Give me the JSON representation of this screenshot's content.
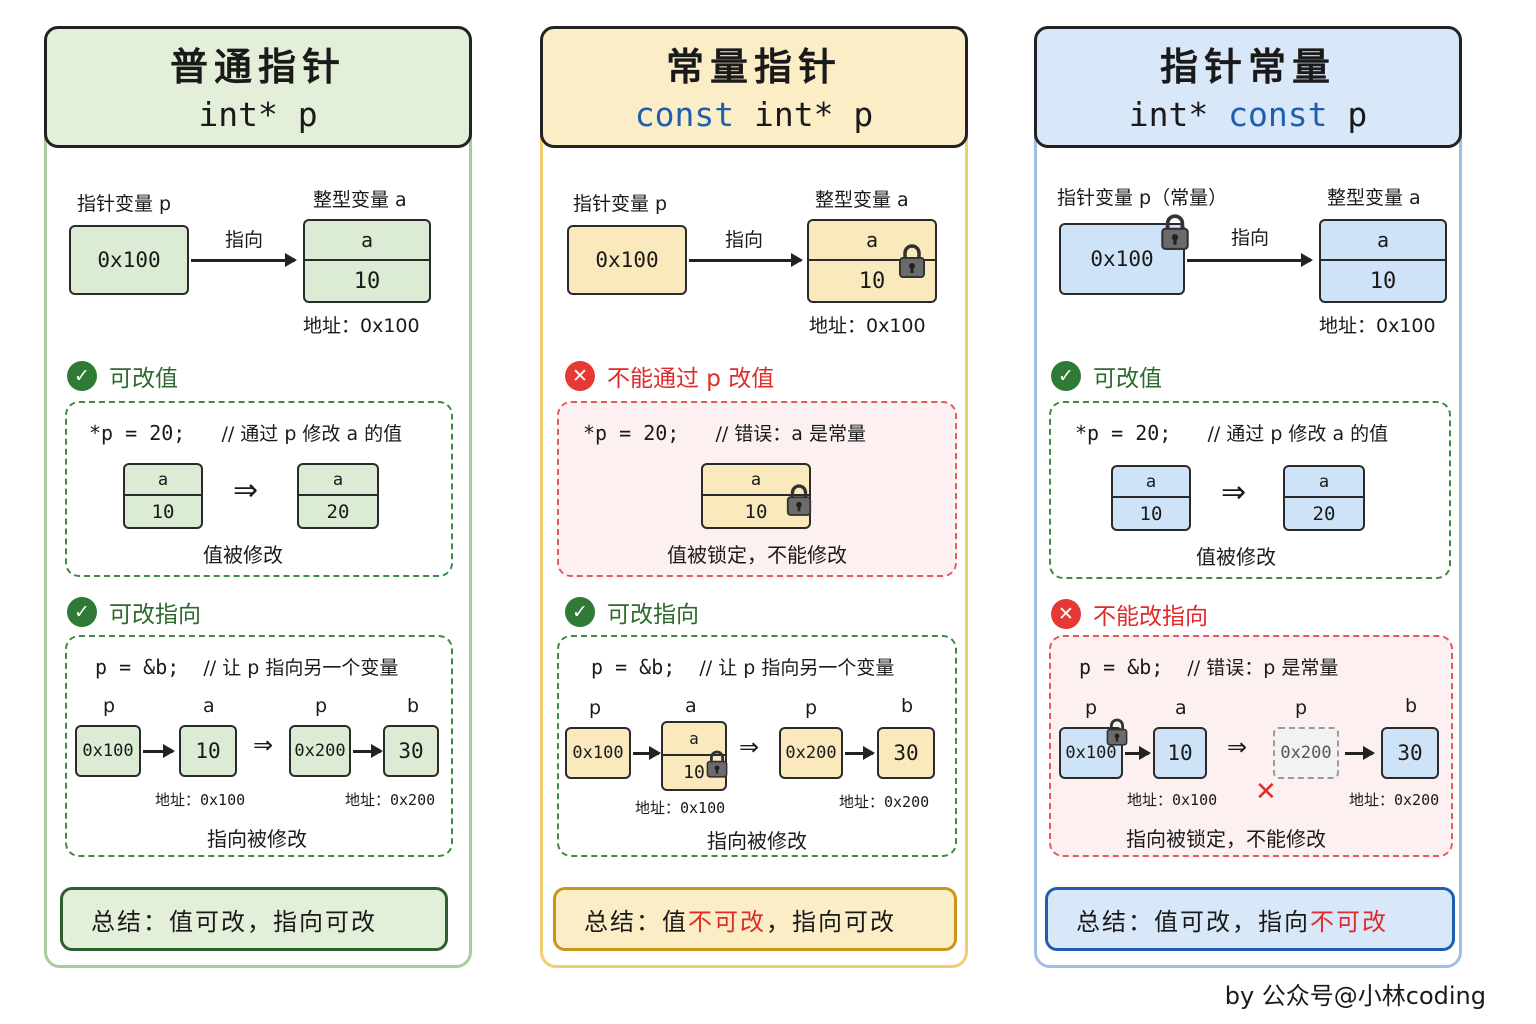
{
  "columns": [
    {
      "title": "普通指针",
      "decl_pre": "int* p",
      "decl_kw": "",
      "decl_post": "",
      "ptr_label": "指针变量 p",
      "ptr_value": "0x100",
      "points_to": "指向",
      "int_label": "整型变量 a",
      "var_name": "a",
      "var_value": "10",
      "addr": "地址：0x100",
      "s1_title": "可改值",
      "s1_code": "*p = 20;",
      "s1_comment": "// 通过 p 修改 a 的值",
      "s1_new_value": "20",
      "s1_caption": "值被修改",
      "s2_title": "可改指向",
      "s2_code": "p = &b;",
      "s2_comment": "// 让 p 指向另一个变量",
      "s2_b_name": "b",
      "s2_b_value": "30",
      "s2_new_ptr": "0x200",
      "s2_addr_a": "地址：0x100",
      "s2_addr_b": "地址：0x200",
      "s2_caption": "指向被修改",
      "summary_pre": "总结：值可改，指向可改",
      "summary_red": "",
      "summary_post": ""
    },
    {
      "title": "常量指针",
      "decl_pre": "",
      "decl_kw": "const",
      "decl_post": " int* p",
      "ptr_label": "指针变量 p",
      "ptr_value": "0x100",
      "points_to": "指向",
      "int_label": "整型变量 a",
      "var_name": "a",
      "var_value": "10",
      "addr": "地址：0x100",
      "s1_title": "不能通过 p 改值",
      "s1_code": "*p = 20;",
      "s1_comment": "// 错误：a 是常量",
      "s1_caption": "值被锁定，不能修改",
      "s2_title": "可改指向",
      "s2_code": "p = &b;",
      "s2_comment": "// 让 p 指向另一个变量",
      "s2_b_name": "b",
      "s2_b_value": "30",
      "s2_new_ptr": "0x200",
      "s2_addr_a": "地址：0x100",
      "s2_addr_b": "地址：0x200",
      "s2_caption": "指向被修改",
      "summary_pre": "总结：值",
      "summary_red": "不可改",
      "summary_post": "，指向可改"
    },
    {
      "title": "指针常量",
      "decl_pre": "int* ",
      "decl_kw": "const",
      "decl_post": " p",
      "ptr_label": "指针变量 p（常量）",
      "ptr_value": "0x100",
      "points_to": "指向",
      "int_label": "整型变量 a",
      "var_name": "a",
      "var_value": "10",
      "addr": "地址：0x100",
      "s1_title": "可改值",
      "s1_code": "*p = 20;",
      "s1_comment": "// 通过 p 修改 a 的值",
      "s1_new_value": "20",
      "s1_caption": "值被修改",
      "s2_title": "不能改指向",
      "s2_code": "p = &b;",
      "s2_comment": "// 错误：p 是常量",
      "s2_b_name": "b",
      "s2_b_value": "30",
      "s2_new_ptr": "0x200",
      "s2_addr_a": "地址：0x100",
      "s2_addr_b": "地址：0x200",
      "s2_caption": "指向被锁定，不能修改",
      "summary_pre": "总结：值可改，指向",
      "summary_red": "不可改",
      "summary_post": ""
    }
  ],
  "labels": {
    "p": "p",
    "a": "a",
    "b": "b",
    "implies": "⇒",
    "cross": "✕"
  },
  "icons": {
    "check": "check-circle-icon",
    "error": "x-circle-icon",
    "lock": "lock-icon"
  },
  "colors": {
    "green": "#2f7a35",
    "red": "#e53935",
    "blue_keyword": "#1f5fb0"
  },
  "footer": "by 公众号@小林coding"
}
